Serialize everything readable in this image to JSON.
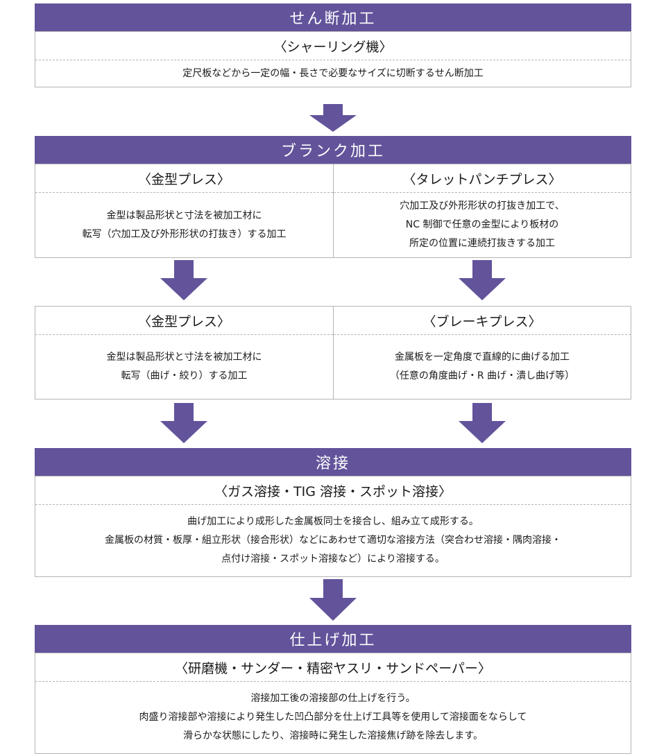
{
  "shearing": {
    "title": "せん断加工",
    "subtitle": "〈シャーリング機〉",
    "lines": [
      "定尺板などから一定の幅・長さで必要なサイズに切断するせん断加工"
    ]
  },
  "blank": {
    "title": "ブランク加工",
    "left": {
      "subtitle": "〈金型プレス〉",
      "lines": [
        "金型は製品形状と寸法を被加工材に",
        "転写（穴加工及び外形形状の打抜き）する加工"
      ]
    },
    "right": {
      "subtitle": "〈タレットパンチプレス〉",
      "lines": [
        "穴加工及び外形形状の打抜き加工で、",
        "NC 制御で任意の金型により板材の",
        "所定の位置に連続打抜きする加工"
      ]
    }
  },
  "bending": {
    "left": {
      "subtitle": "〈金型プレス〉",
      "lines": [
        "金型は製品形状と寸法を被加工材に",
        "転写（曲げ・絞り）する加工"
      ]
    },
    "right": {
      "subtitle": "〈ブレーキプレス〉",
      "lines": [
        "金属板を一定角度で直線的に曲げる加工",
        "（任意の角度曲げ・R 曲げ・潰し曲げ等）"
      ]
    }
  },
  "welding": {
    "title": "溶接",
    "subtitle": "〈ガス溶接・TIG 溶接・スポット溶接〉",
    "lines": [
      "曲げ加工により成形した金属板同士を接合し、組み立て成形する。",
      "金属板の材質・板厚・組立形状（接合形状）などにあわせて適切な溶接方法（突合わせ溶接・隅肉溶接・",
      "点付け溶接・スポット溶接など）により溶接する。"
    ]
  },
  "finishing": {
    "title": "仕上げ加工",
    "subtitle": "〈研磨機・サンダー・精密ヤスリ・サンドペーパー〉",
    "lines": [
      "溶接加工後の溶接部の仕上げを行う。",
      "肉盛り溶接部や溶接により発生した凹凸部分を仕上げ工具等を使用して溶接面をならして",
      "滑らかな状態にしたり、溶接時に発生した溶接焦げ跡を除去します。"
    ]
  },
  "colors": {
    "accent": "#63539b",
    "border": "#b4b4b4"
  }
}
